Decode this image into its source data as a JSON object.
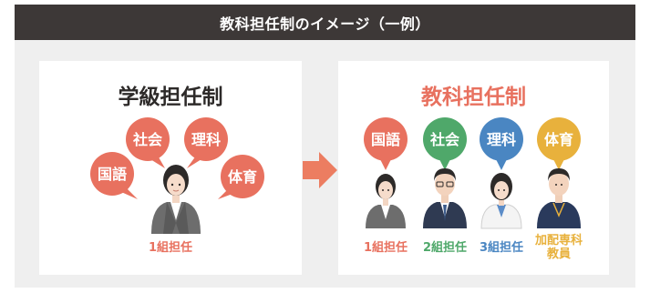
{
  "header": {
    "title": "教科担任制のイメージ（一例）"
  },
  "left_panel": {
    "title": "学級担任制",
    "subjects": [
      "国語",
      "社会",
      "理科",
      "体育"
    ],
    "teacher_label": "1組担任"
  },
  "right_panel": {
    "title": "教科担任制",
    "teachers": [
      {
        "subject": "国語",
        "label": "1組担任"
      },
      {
        "subject": "社会",
        "label": "2組担任"
      },
      {
        "subject": "理科",
        "label": "3組担任"
      },
      {
        "subject": "体育",
        "label_line1": "加配専科",
        "label_line2": "教員"
      }
    ]
  },
  "colors": {
    "header_bg": "#3d3837",
    "panel_bg": "#efefef",
    "orange": "#e8715f",
    "green": "#4fa86a",
    "blue": "#4a86c2",
    "yellow": "#e8b13c",
    "arrow": "#ec7d61"
  }
}
